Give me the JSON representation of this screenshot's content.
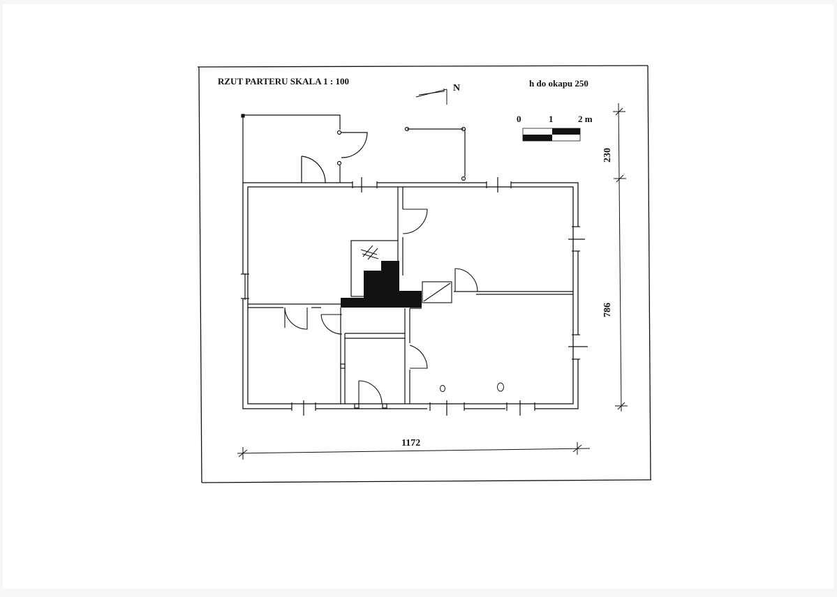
{
  "drawing": {
    "title": "RZUT PARTERU SKALA 1 : 100",
    "north_label": "N",
    "eaves_height": "h do okapu  250",
    "scale_bar": {
      "labels": [
        "0",
        "1",
        "2 m"
      ]
    },
    "dimensions": {
      "width": "1172",
      "depth": "786",
      "annex_depth": "230"
    }
  },
  "colors": {
    "ink": "#111111",
    "paper": "#ffffff",
    "background": "#f6f6f6"
  }
}
